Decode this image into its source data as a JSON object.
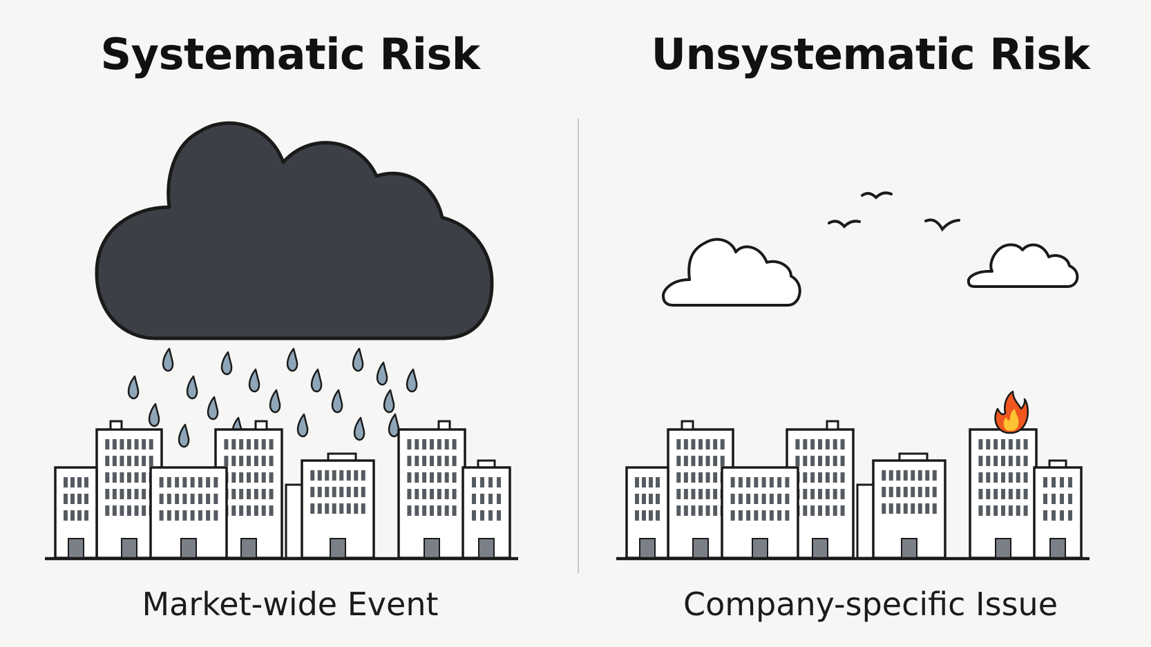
{
  "panels": {
    "left": {
      "title": "Systematic Risk",
      "caption": "Market-wide Event",
      "icons": [
        "storm-cloud-icon",
        "rain-icon",
        "city-buildings-icon"
      ]
    },
    "right": {
      "title": "Unsystematic Risk",
      "caption": "Company-specific Issue",
      "icons": [
        "cloud-icon",
        "bird-icon",
        "city-buildings-icon",
        "fire-icon"
      ]
    }
  },
  "colors": {
    "background": "#f6f6f4",
    "storm_cloud": "#3c4046",
    "rain": "#8fa6b8",
    "outline": "#1a1a1a",
    "building": "#ffffff",
    "window": "#565b62",
    "door": "#7b8088",
    "flame_outer": "#f0571e",
    "flame_inner": "#ffc233",
    "divider": "#c9c9c9"
  }
}
